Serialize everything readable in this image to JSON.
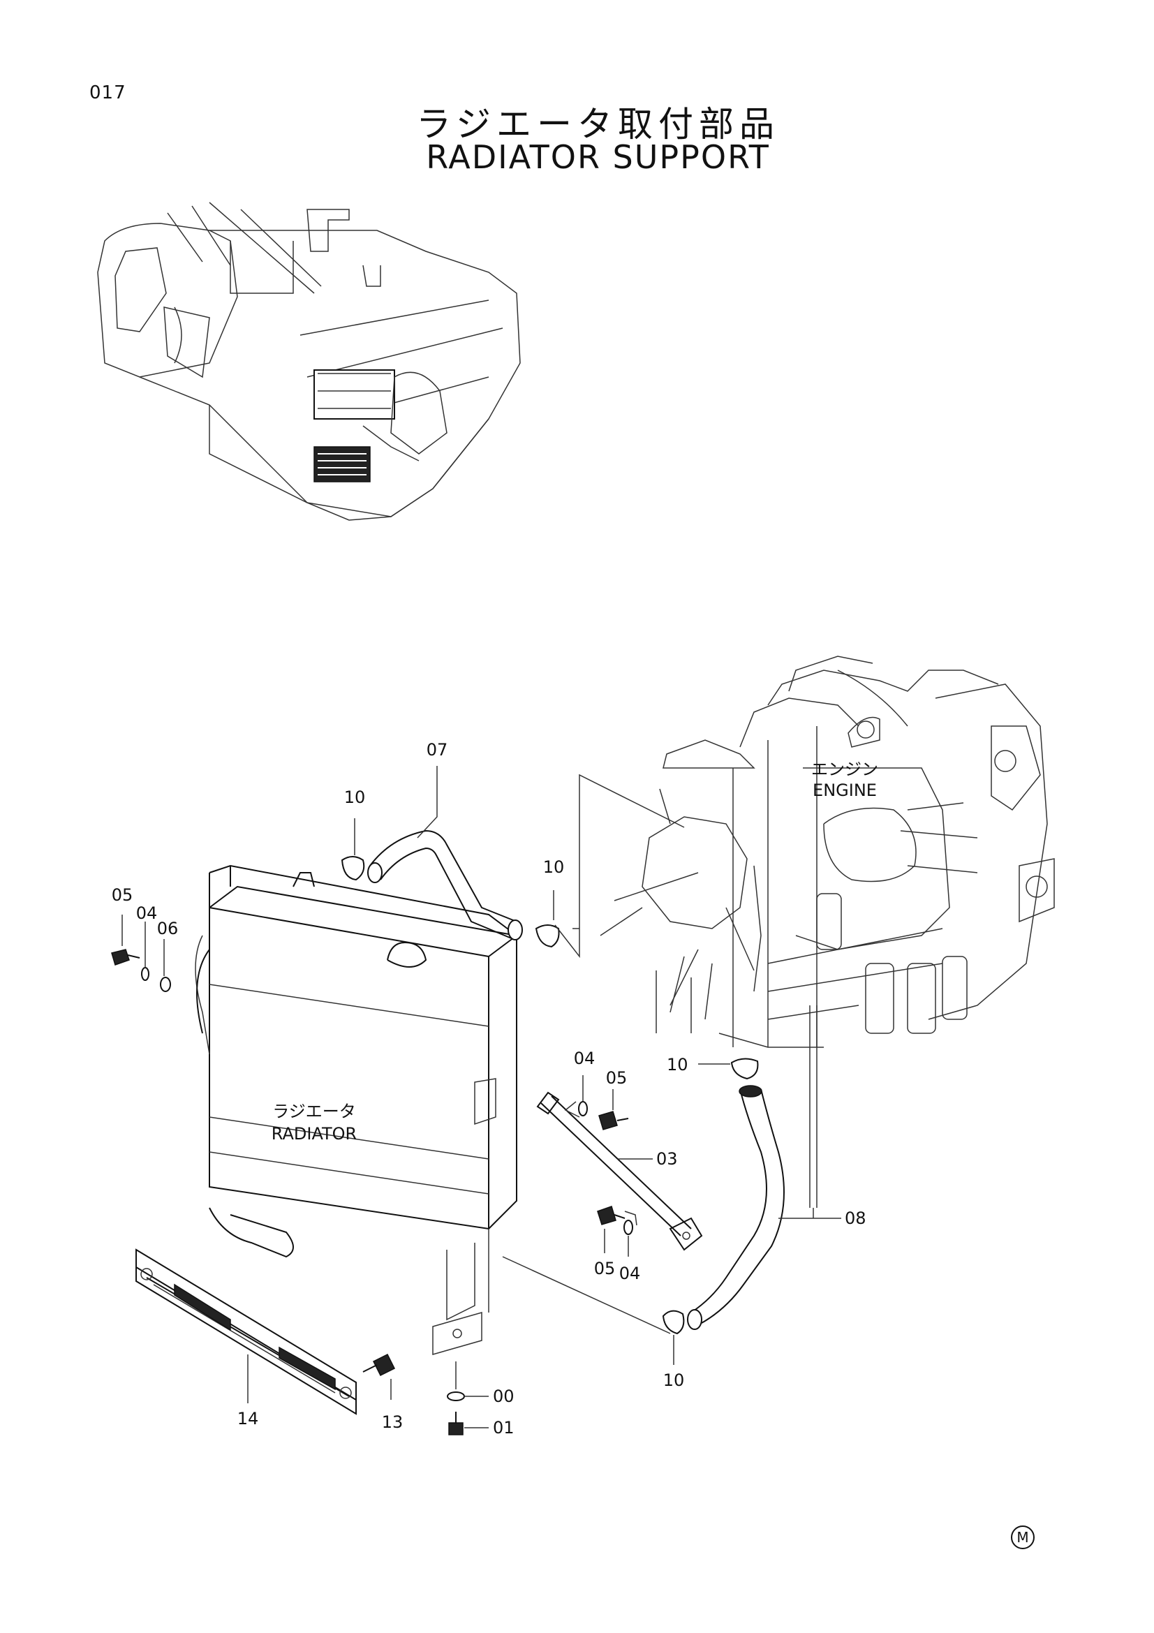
{
  "page": {
    "number": "017"
  },
  "title": {
    "ja": "ラジエータ取付部品",
    "en": "RADIATOR SUPPORT"
  },
  "components": {
    "engine": {
      "ja": "エンジン",
      "en": "ENGINE"
    },
    "radiator": {
      "ja": "ラジエータ",
      "en": "RADIATOR"
    }
  },
  "callouts": {
    "c07": "07",
    "c10a": "10",
    "c10b": "10",
    "c10c": "10",
    "c10d": "10",
    "c05a": "05",
    "c04a": "04",
    "c06": "06",
    "c04b": "04",
    "c05b": "05",
    "c03": "03",
    "c05c": "05",
    "c04c": "04",
    "c08": "08",
    "c14": "14",
    "c13": "13",
    "c00": "00",
    "c01": "01"
  },
  "mark": "M"
}
